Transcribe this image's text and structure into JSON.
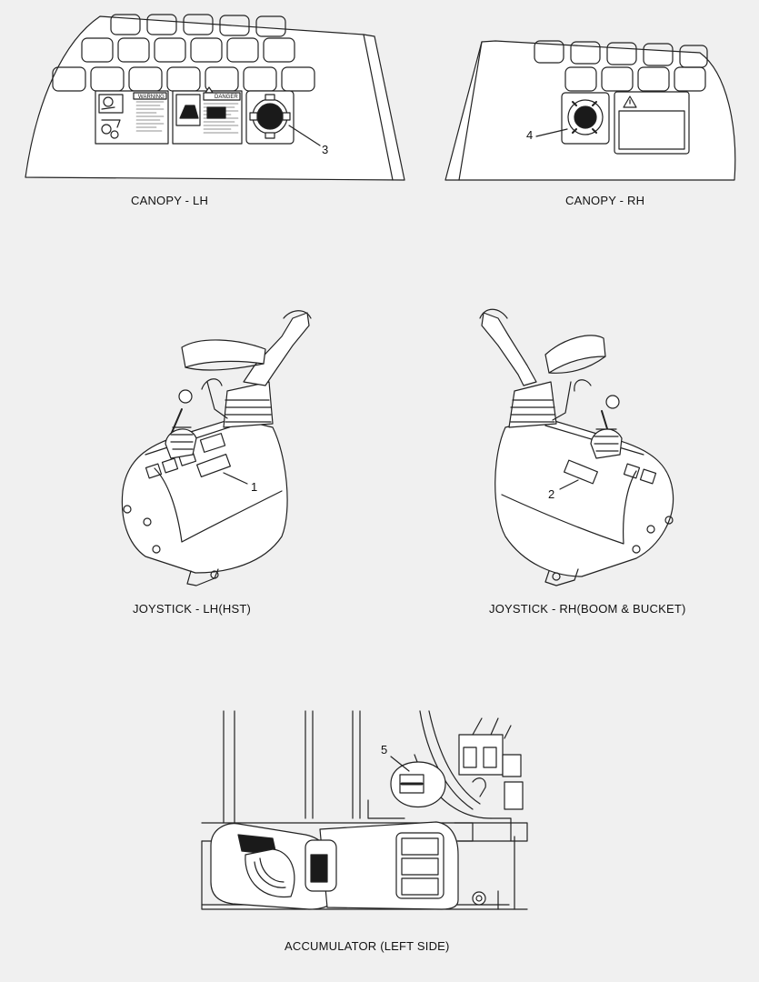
{
  "captions": {
    "canopy_lh": "CANOPY - LH",
    "canopy_rh": "CANOPY - RH",
    "joystick_lh": "JOYSTICK - LH(HST)",
    "joystick_rh": "JOYSTICK - RH(BOOM & BUCKET)",
    "accumulator": "ACCUMULATOR (LEFT SIDE)"
  },
  "callouts": {
    "c1": "1",
    "c2": "2",
    "c3": "3",
    "c4": "4",
    "c5": "5"
  },
  "decals": {
    "warning_title": "WARNING",
    "danger_title": "DANGER"
  },
  "colors": {
    "background": "#f0f0f0",
    "line": "#222222",
    "fill_light": "#ffffff",
    "fill_dark": "#1a1a1a"
  }
}
